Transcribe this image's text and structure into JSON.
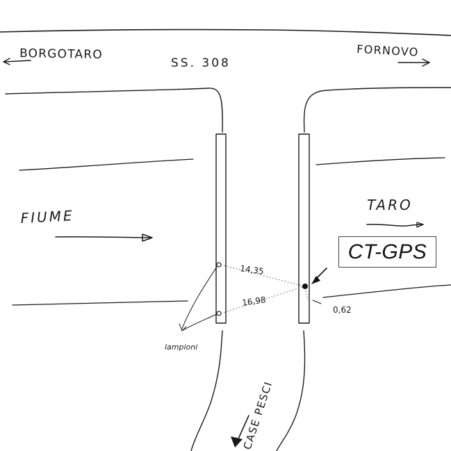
{
  "labels": {
    "left_destination": "BORGOTARO",
    "right_destination": "FORNOVO",
    "road": "SS. 308",
    "river_left": "FIUME",
    "river_right": "TARO",
    "bottom_road": "CASE PESCI",
    "streetlights": "lampioni",
    "gps_label": "CT-GPS"
  },
  "measurements": {
    "upper_distance": "14,35",
    "lower_distance": "16,98",
    "offset": "0,62"
  }
}
